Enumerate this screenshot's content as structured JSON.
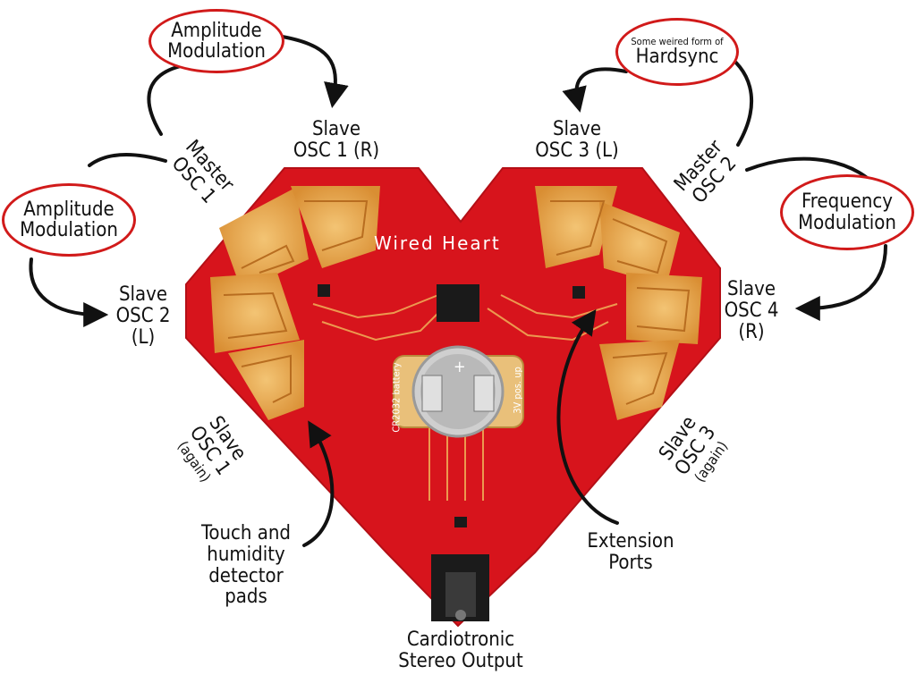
{
  "bubbles": {
    "am_top": {
      "line1": "Amplitude",
      "line2": "Modulation"
    },
    "am_left": {
      "line1": "Amplitude",
      "line2": "Modulation"
    },
    "hardsync": {
      "line1": "Some weired form of",
      "line2": "Hardsync"
    },
    "fm": {
      "line1": "Frequency",
      "line2": "Modulation"
    }
  },
  "labels": {
    "slave_osc1": {
      "line1": "Slave",
      "line2": "OSC 1 (R)"
    },
    "slave_osc3": {
      "line1": "Slave",
      "line2": "OSC 3 (L)"
    },
    "master_osc1": {
      "line1": "Master",
      "line2": "OSC 1"
    },
    "master_osc2": {
      "line1": "Master",
      "line2": "OSC 2"
    },
    "slave_osc2": {
      "line1": "Slave",
      "line2": "OSC 2",
      "line3": "(L)"
    },
    "slave_osc4": {
      "line1": "Slave",
      "line2": "OSC 4",
      "line3": "(R)"
    },
    "slave_osc1_again": {
      "line1": "Slave",
      "line2": "OSC 1",
      "line3": "(again)"
    },
    "slave_osc3_again": {
      "line1": "Slave",
      "line2": "OSC 3",
      "line3": "(again)"
    },
    "touch_pads": {
      "line1": "Touch and",
      "line2": "humidity",
      "line3": "detector",
      "line4": "pads"
    },
    "extension_ports": {
      "line1": "Extension",
      "line2": "Ports"
    },
    "stereo_output": {
      "line1": "Cardiotronic",
      "line2": "Stereo Output"
    }
  },
  "pcb": {
    "title": "Wired Heart",
    "battery_label": "CR2032 battery",
    "power_label": "3V pos. up",
    "plus_sign": "+"
  },
  "colors": {
    "board": "#d7141c",
    "copper": "#e8a648",
    "bubble_border": "#d11a1a",
    "arrow": "#111111"
  }
}
